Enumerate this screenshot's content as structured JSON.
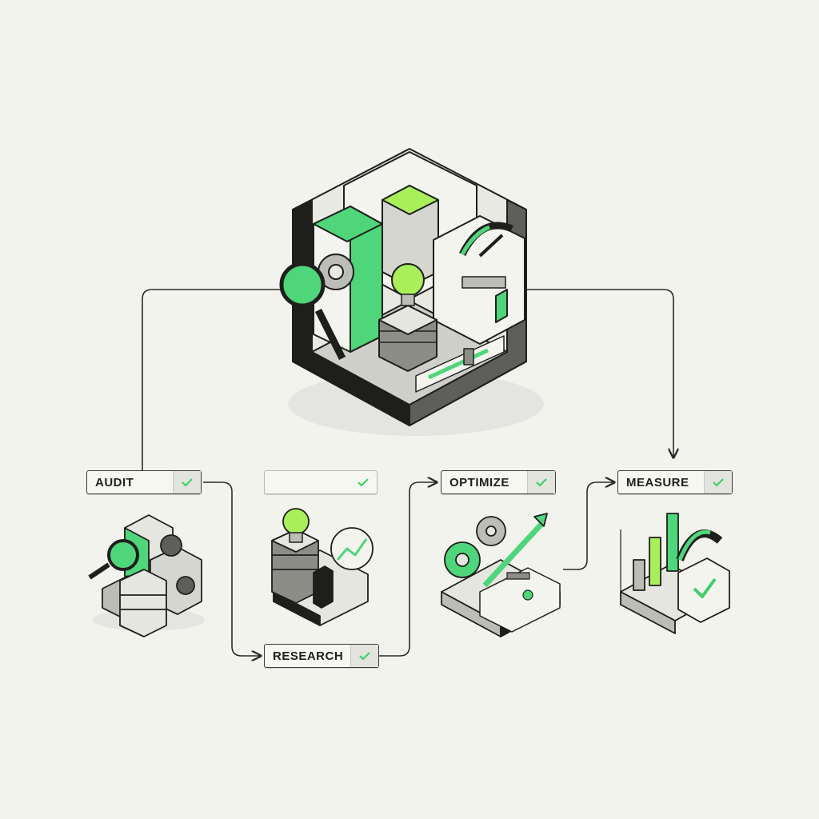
{
  "colors": {
    "background": "#f3f3ee",
    "green": "#4fd67a",
    "lime": "#a8ef5a",
    "ink": "#1e1e1c",
    "gray_light": "#e6e6e0",
    "gray_mid": "#bdbdb7",
    "gray_dark": "#5e5e5a",
    "check": "#3fcf6a"
  },
  "steps": [
    {
      "label": "AUDIT",
      "icon": "audit-illustration"
    },
    {
      "label": "",
      "icon": "research-illustration"
    },
    {
      "label": "OPTIMIZE",
      "icon": "optimize-illustration"
    },
    {
      "label": "MEASURE",
      "icon": "measure-illustration"
    },
    {
      "label": "RESEARCH",
      "icon": "research-step"
    }
  ],
  "hub": {
    "icon": "central-cube-illustration"
  }
}
